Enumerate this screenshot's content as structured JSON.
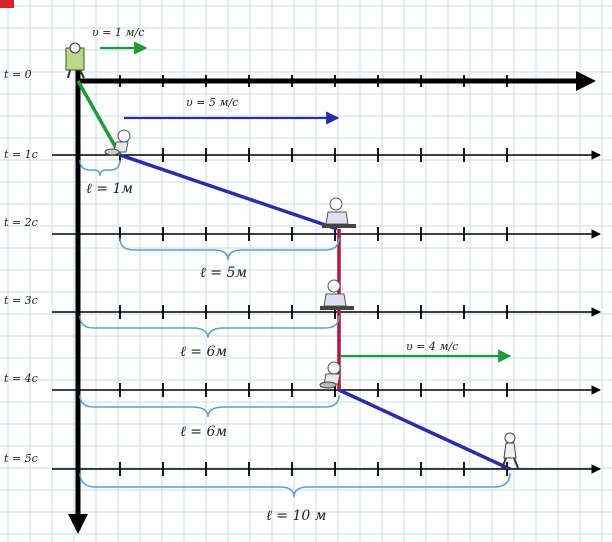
{
  "colors": {
    "grid": "#c9dcef",
    "axis": "#000000",
    "green": "#1c9a3c",
    "blue": "#2a2da8",
    "red": "#b5173b",
    "brace": "#5aa0d8",
    "corner": "#d8232a"
  },
  "time_labels": [
    "t = 0",
    "t = 1с",
    "t = 2с",
    "t = 3с",
    "t = 4с",
    "t = 5с"
  ],
  "speed_labels": [
    "υ = 1 м/с",
    "υ = 5 м/с",
    "υ = 4 м/с"
  ],
  "distance_labels": [
    "ℓ = 1м",
    "ℓ = 5м",
    "ℓ = 6м",
    "ℓ = 6м",
    "ℓ = 10 м"
  ],
  "figure_icons": [
    "walking-figure-icon",
    "bicycle-figure-icon",
    "desk-figure-icon",
    "desk-figure-icon",
    "bicycle-figure-icon",
    "walking-figure-icon"
  ]
}
